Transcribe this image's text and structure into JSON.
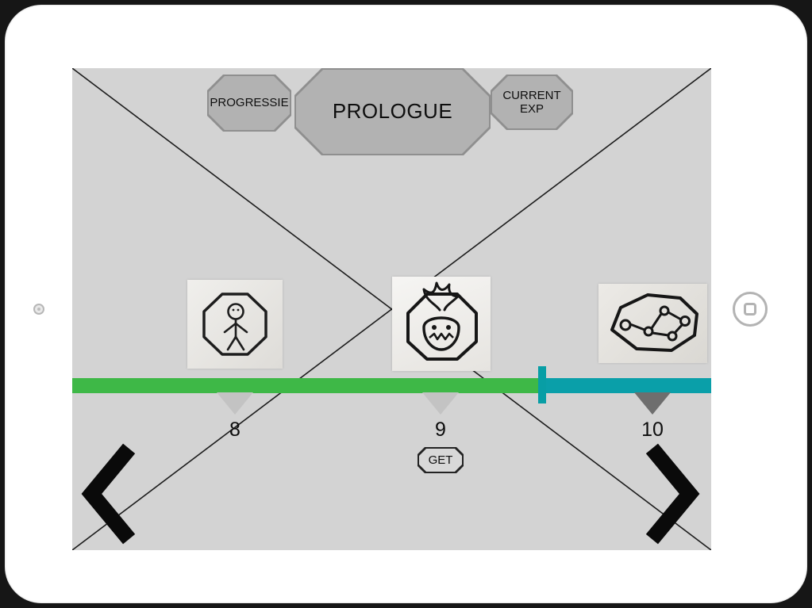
{
  "header": {
    "left_badge": "PROGRESSIE",
    "title": "PROLOGUE",
    "right_badge": "CURRENT EXP"
  },
  "timeline": {
    "progress_percent": 73.5,
    "colors": {
      "completed": "#3eb847",
      "remaining": "#0a9fa9",
      "tick": "#089ea5"
    },
    "levels": [
      {
        "number": "8",
        "icon": "stick-figure-sketch",
        "marker_color": "#c3c3c3"
      },
      {
        "number": "9",
        "icon": "pumpkin-sketch",
        "marker_color": "#c3c3c3"
      },
      {
        "number": "10",
        "icon": "constellation-sketch",
        "marker_color": "#6e6e6e"
      }
    ],
    "get_button_label": "GET"
  },
  "navigation": {
    "previous_icon": "chevron-left",
    "next_icon": "chevron-right"
  },
  "device": {
    "camera_icon": "front-camera",
    "home_button_icon": "home-button"
  }
}
